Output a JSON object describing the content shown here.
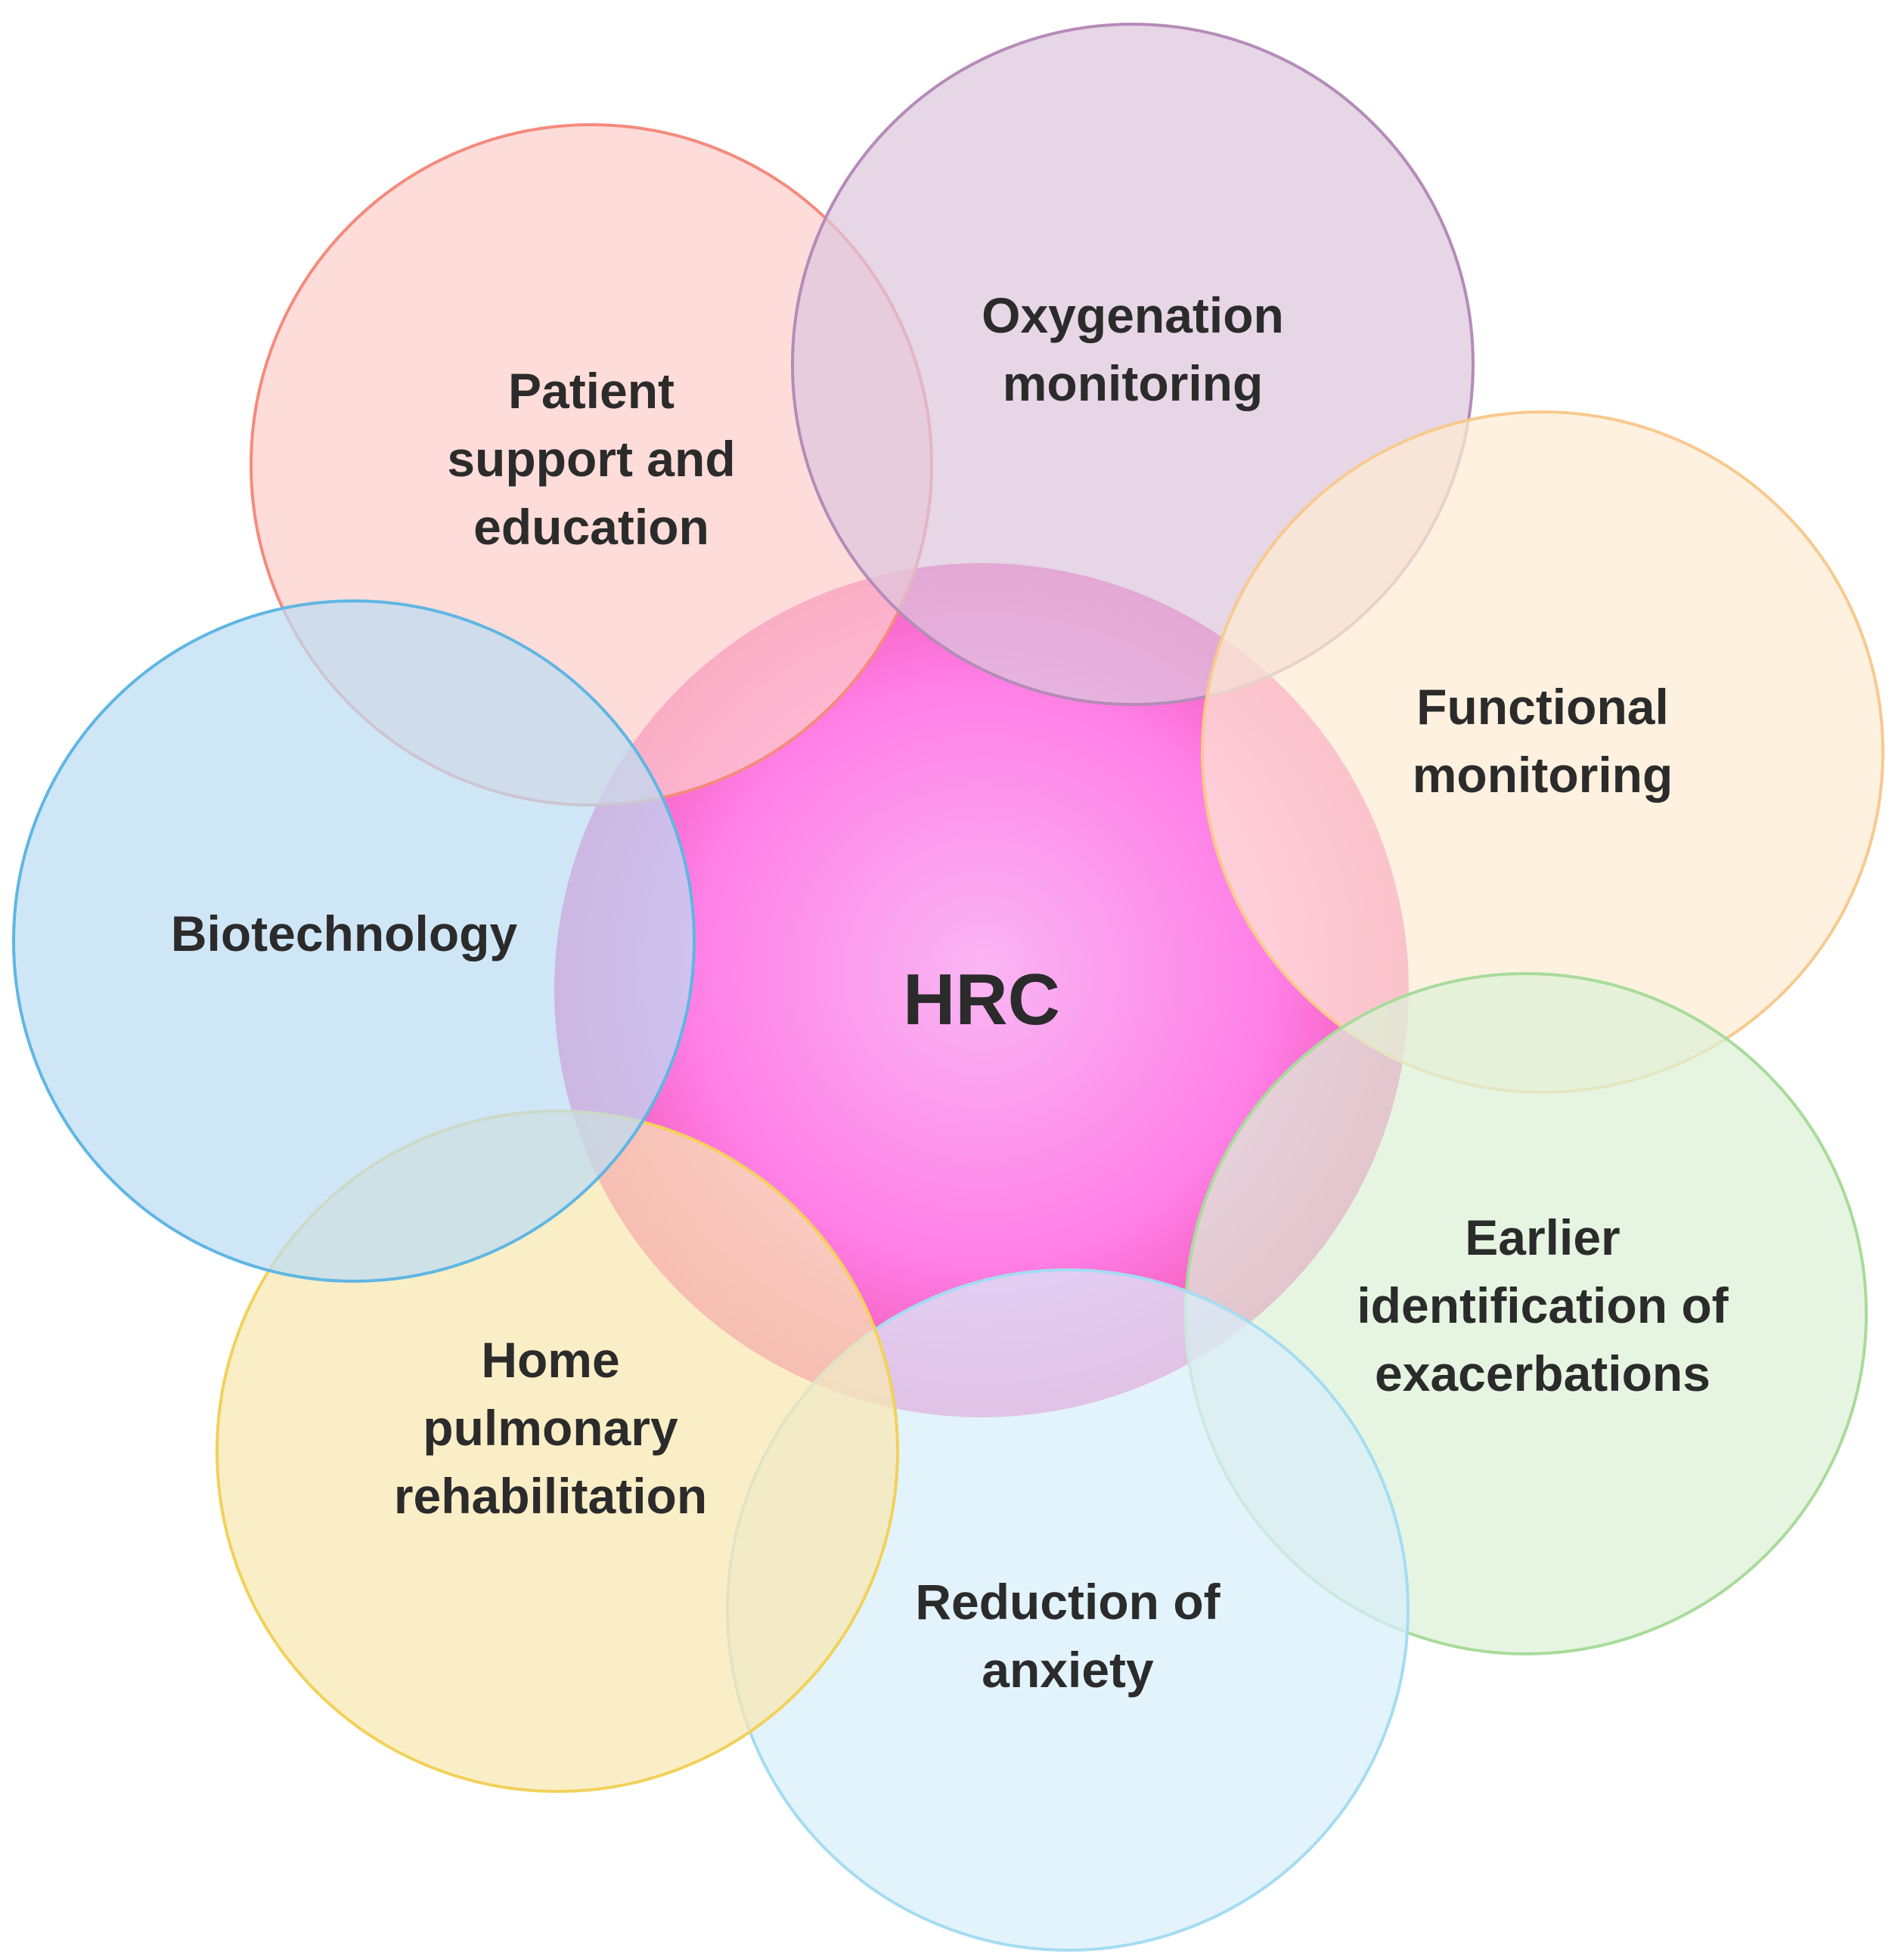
{
  "center": {
    "label": "HRC",
    "color_core": "#F9B6F3",
    "color_mid": "#FF7FE6",
    "color_edge": "#F04BA8"
  },
  "petals": [
    {
      "id": "patient-support",
      "lines": [
        "Patient",
        "support and",
        "education"
      ],
      "fill": "#FCCFCA",
      "stroke": "#F58A7D"
    },
    {
      "id": "oxygenation",
      "lines": [
        "Oxygenation",
        "monitoring"
      ],
      "fill": "#DCC6DD",
      "stroke": "#B58BB8"
    },
    {
      "id": "functional",
      "lines": [
        "Functional",
        "monitoring"
      ],
      "fill": "#FDEBD3",
      "stroke": "#F8C98E"
    },
    {
      "id": "earlier-identification",
      "lines": [
        "Earlier",
        "identification of",
        "exacerbations"
      ],
      "fill": "#DDF1D7",
      "stroke": "#A8DB9B"
    },
    {
      "id": "reduction-anxiety",
      "lines": [
        "Reduction of",
        "anxiety"
      ],
      "fill": "#D8EFF9",
      "stroke": "#A5DCF2"
    },
    {
      "id": "home-rehab",
      "lines": [
        "Home",
        "pulmonary",
        "rehabilitation"
      ],
      "fill": "#F8E8B2",
      "stroke": "#F2D15A"
    },
    {
      "id": "biotechnology",
      "lines": [
        "Biotechnology"
      ],
      "fill": "#BDDCF2",
      "stroke": "#5FB6E3"
    }
  ]
}
